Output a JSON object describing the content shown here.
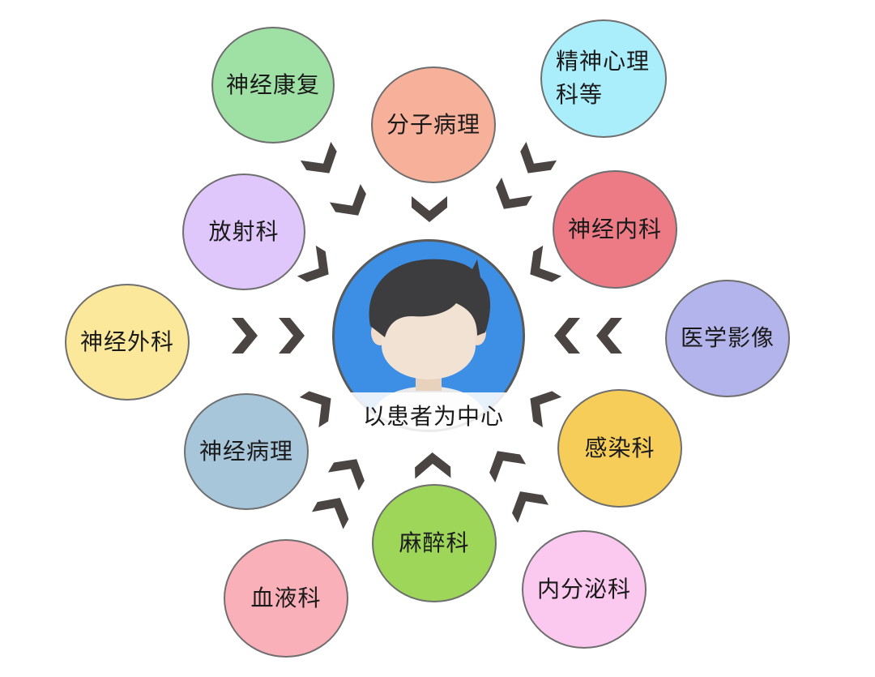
{
  "diagram": {
    "center": {
      "label": "以患者为中心",
      "icon": "patient-avatar-icon",
      "color": "#3d8fe6"
    },
    "departments": [
      {
        "label": "神经康复",
        "color": "#9fe0a5"
      },
      {
        "label": "分子病理",
        "color": "#f7b099"
      },
      {
        "label": "精神心理科等",
        "line1": "精神心理",
        "line2": "科等",
        "color": "#abeefb"
      },
      {
        "label": "放射科",
        "color": "#e0c7fb"
      },
      {
        "label": "神经内科",
        "color": "#ec7b86"
      },
      {
        "label": "神经外科",
        "color": "#fbe89a"
      },
      {
        "label": "医学影像",
        "color": "#b3b4ec"
      },
      {
        "label": "神经病理",
        "color": "#a8c6da"
      },
      {
        "label": "感染科",
        "color": "#f7cd5a"
      },
      {
        "label": "麻醉科",
        "color": "#9ed65a"
      },
      {
        "label": "血液科",
        "color": "#fab0b8"
      },
      {
        "label": "内分泌科",
        "color": "#fbc9ef"
      }
    ],
    "arrow_icon": "chevron-arrow-icon",
    "arrow_color": "#4a4443"
  }
}
